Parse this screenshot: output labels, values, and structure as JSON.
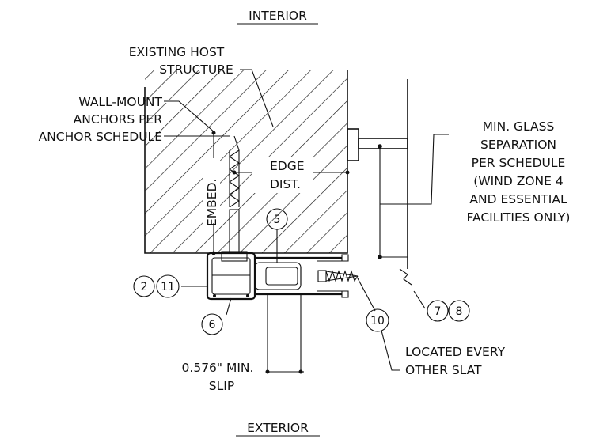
{
  "labels": {
    "interior": "INTERIOR",
    "exterior": "EXTERIOR",
    "host_line1": "EXISTING HOST",
    "host_line2": "STRUCTURE",
    "anchors_line1": "WALL-MOUNT",
    "anchors_line2": "ANCHORS PER",
    "anchors_line3": "ANCHOR SCHEDULE",
    "embed": "EMBED.",
    "edge_line1": "EDGE",
    "edge_line2": "DIST.",
    "glass_line1": "MIN. GLASS",
    "glass_line2": "SEPARATION",
    "glass_line3": "PER SCHEDULE",
    "glass_line4": "(WIND ZONE 4",
    "glass_line5": "AND ESSENTIAL",
    "glass_line6": "FACILITIES ONLY)",
    "located_line1": "LOCATED EVERY",
    "located_line2": "OTHER SLAT",
    "slip_line1": "0.576\" MIN.",
    "slip_line2": "SLIP"
  },
  "callouts": {
    "c2": "2",
    "c11": "11",
    "c5": "5",
    "c6": "6",
    "c7": "7",
    "c8": "8",
    "c10": "10"
  }
}
